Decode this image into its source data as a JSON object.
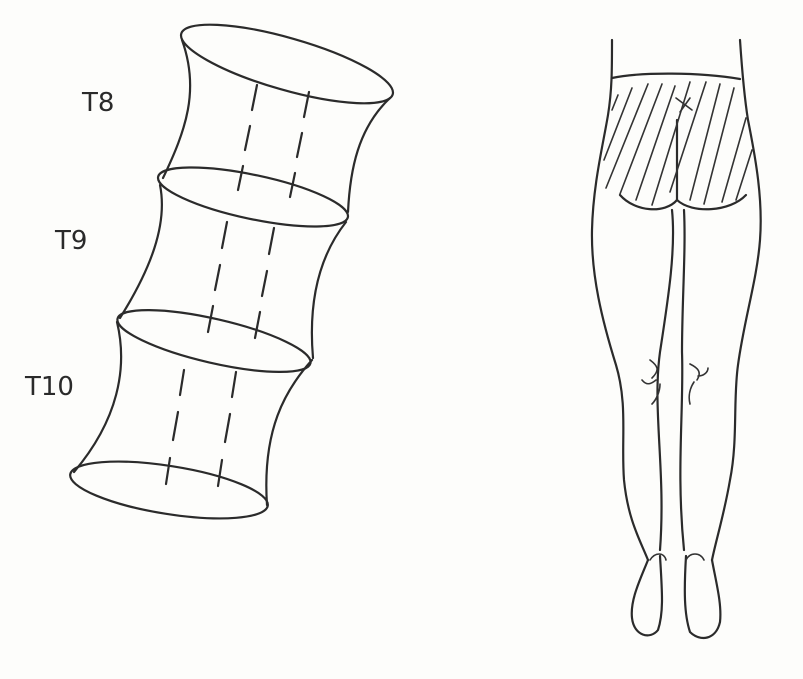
{
  "vertebra_labels": [
    "T8",
    "T9",
    "T10"
  ]
}
